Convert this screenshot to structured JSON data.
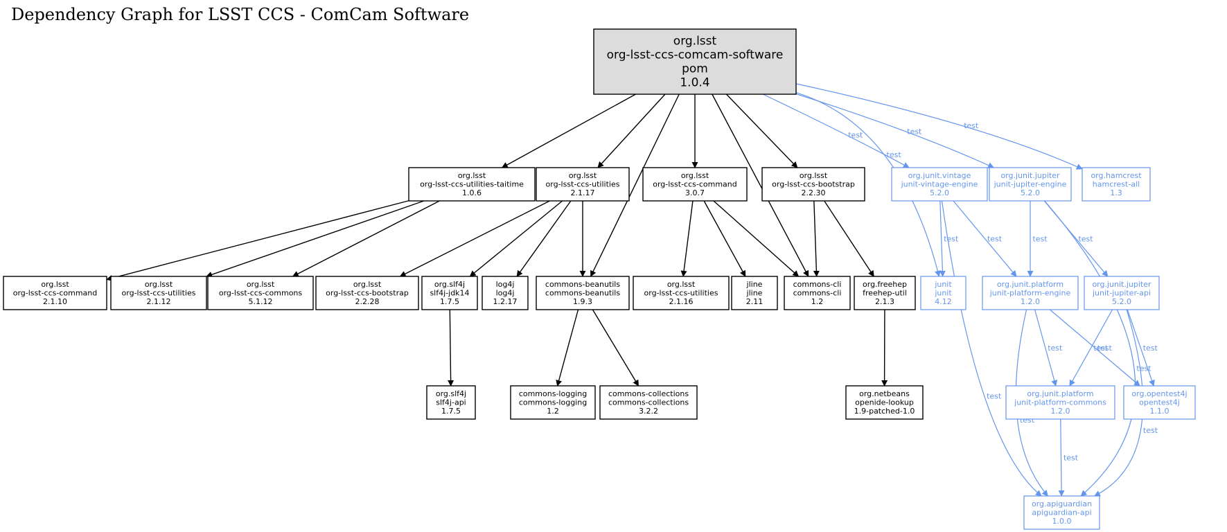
{
  "title": "Dependency Graph for LSST CCS - ComCam Software",
  "colors": {
    "default": "#000000",
    "test": "#6495ED",
    "root_fill": "#DCDCDC"
  },
  "nodes": [
    {
      "id": "root",
      "lines": [
        "org.lsst",
        "org-lsst-ccs-comcam-software",
        "pom",
        "1.0.4"
      ],
      "scope": "root"
    },
    {
      "id": "taitime",
      "lines": [
        "org.lsst",
        "org-lsst-ccs-utilities-taitime",
        "1.0.6"
      ],
      "scope": "compile"
    },
    {
      "id": "utilities2117",
      "lines": [
        "org.lsst",
        "org-lsst-ccs-utilities",
        "2.1.17"
      ],
      "scope": "compile"
    },
    {
      "id": "command307",
      "lines": [
        "org.lsst",
        "org-lsst-ccs-command",
        "3.0.7"
      ],
      "scope": "compile"
    },
    {
      "id": "bootstrap2230",
      "lines": [
        "org.lsst",
        "org-lsst-ccs-bootstrap",
        "2.2.30"
      ],
      "scope": "compile"
    },
    {
      "id": "vintage",
      "lines": [
        "org.junit.vintage",
        "junit-vintage-engine",
        "5.2.0"
      ],
      "scope": "test"
    },
    {
      "id": "jupiterengine",
      "lines": [
        "org.junit.jupiter",
        "junit-jupiter-engine",
        "5.2.0"
      ],
      "scope": "test"
    },
    {
      "id": "hamcrest",
      "lines": [
        "org.hamcrest",
        "hamcrest-all",
        "1.3"
      ],
      "scope": "test"
    },
    {
      "id": "command2110",
      "lines": [
        "org.lsst",
        "org-lsst-ccs-command",
        "2.1.10"
      ],
      "scope": "compile"
    },
    {
      "id": "utilities2112",
      "lines": [
        "org.lsst",
        "org-lsst-ccs-utilities",
        "2.1.12"
      ],
      "scope": "compile"
    },
    {
      "id": "commons5112",
      "lines": [
        "org.lsst",
        "org-lsst-ccs-commons",
        "5.1.12"
      ],
      "scope": "compile"
    },
    {
      "id": "bootstrap2228",
      "lines": [
        "org.lsst",
        "org-lsst-ccs-bootstrap",
        "2.2.28"
      ],
      "scope": "compile"
    },
    {
      "id": "slf4jjdk14",
      "lines": [
        "org.slf4j",
        "slf4j-jdk14",
        "1.7.5"
      ],
      "scope": "compile"
    },
    {
      "id": "log4j",
      "lines": [
        "log4j",
        "log4j",
        "1.2.17"
      ],
      "scope": "compile"
    },
    {
      "id": "beanutils",
      "lines": [
        "commons-beanutils",
        "commons-beanutils",
        "1.9.3"
      ],
      "scope": "compile"
    },
    {
      "id": "utilities2116",
      "lines": [
        "org.lsst",
        "org-lsst-ccs-utilities",
        "2.1.16"
      ],
      "scope": "compile"
    },
    {
      "id": "jline",
      "lines": [
        "jline",
        "jline",
        "2.11"
      ],
      "scope": "compile"
    },
    {
      "id": "commonscli",
      "lines": [
        "commons-cli",
        "commons-cli",
        "1.2"
      ],
      "scope": "compile"
    },
    {
      "id": "freehep",
      "lines": [
        "org.freehep",
        "freehep-util",
        "2.1.3"
      ],
      "scope": "compile"
    },
    {
      "id": "junit",
      "lines": [
        "junit",
        "junit",
        "4.12"
      ],
      "scope": "test"
    },
    {
      "id": "platformengine",
      "lines": [
        "org.junit.platform",
        "junit-platform-engine",
        "1.2.0"
      ],
      "scope": "test"
    },
    {
      "id": "jupiterapi",
      "lines": [
        "org.junit.jupiter",
        "junit-jupiter-api",
        "5.2.0"
      ],
      "scope": "test"
    },
    {
      "id": "slf4japi",
      "lines": [
        "org.slf4j",
        "slf4j-api",
        "1.7.5"
      ],
      "scope": "compile"
    },
    {
      "id": "logging",
      "lines": [
        "commons-logging",
        "commons-logging",
        "1.2"
      ],
      "scope": "compile"
    },
    {
      "id": "collections",
      "lines": [
        "commons-collections",
        "commons-collections",
        "3.2.2"
      ],
      "scope": "compile"
    },
    {
      "id": "openide",
      "lines": [
        "org.netbeans",
        "openide-lookup",
        "1.9-patched-1.0"
      ],
      "scope": "compile"
    },
    {
      "id": "platformcommons",
      "lines": [
        "org.junit.platform",
        "junit-platform-commons",
        "1.2.0"
      ],
      "scope": "test"
    },
    {
      "id": "opentest4j",
      "lines": [
        "org.opentest4j",
        "opentest4j",
        "1.1.0"
      ],
      "scope": "test"
    },
    {
      "id": "apiguardian",
      "lines": [
        "org.apiguardian",
        "apiguardian-api",
        "1.0.0"
      ],
      "scope": "test"
    }
  ],
  "edges": [
    {
      "from": "root",
      "to": "taitime"
    },
    {
      "from": "root",
      "to": "utilities2117"
    },
    {
      "from": "root",
      "to": "beanutils"
    },
    {
      "from": "root",
      "to": "command307"
    },
    {
      "from": "root",
      "to": "commonscli"
    },
    {
      "from": "root",
      "to": "bootstrap2230"
    },
    {
      "from": "root",
      "to": "junit",
      "label": "test"
    },
    {
      "from": "root",
      "to": "vintage",
      "label": "test"
    },
    {
      "from": "root",
      "to": "jupiterengine",
      "label": "test"
    },
    {
      "from": "root",
      "to": "hamcrest",
      "label": "test"
    },
    {
      "from": "taitime",
      "to": "command2110"
    },
    {
      "from": "taitime",
      "to": "utilities2112"
    },
    {
      "from": "taitime",
      "to": "commons5112"
    },
    {
      "from": "utilities2117",
      "to": "bootstrap2228"
    },
    {
      "from": "utilities2117",
      "to": "slf4jjdk14"
    },
    {
      "from": "utilities2117",
      "to": "log4j"
    },
    {
      "from": "utilities2117",
      "to": "beanutils"
    },
    {
      "from": "command307",
      "to": "utilities2116"
    },
    {
      "from": "command307",
      "to": "jline"
    },
    {
      "from": "command307",
      "to": "commonscli"
    },
    {
      "from": "bootstrap2230",
      "to": "commonscli"
    },
    {
      "from": "bootstrap2230",
      "to": "freehep"
    },
    {
      "from": "vintage",
      "to": "junit",
      "label": "test"
    },
    {
      "from": "vintage",
      "to": "platformengine",
      "label": "test"
    },
    {
      "from": "vintage",
      "to": "apiguardian",
      "label": "test"
    },
    {
      "from": "jupiterengine",
      "to": "platformengine",
      "label": "test"
    },
    {
      "from": "jupiterengine",
      "to": "jupiterapi",
      "label": "test"
    },
    {
      "from": "jupiterengine",
      "to": "apiguardian",
      "label": "test"
    },
    {
      "from": "slf4jjdk14",
      "to": "slf4japi"
    },
    {
      "from": "beanutils",
      "to": "logging"
    },
    {
      "from": "beanutils",
      "to": "collections"
    },
    {
      "from": "freehep",
      "to": "openide"
    },
    {
      "from": "platformengine",
      "to": "platformcommons",
      "label": "test"
    },
    {
      "from": "platformengine",
      "to": "opentest4j",
      "label": "test"
    },
    {
      "from": "platformengine",
      "to": "apiguardian",
      "label": "test"
    },
    {
      "from": "jupiterapi",
      "to": "platformcommons",
      "label": "test"
    },
    {
      "from": "jupiterapi",
      "to": "opentest4j",
      "label": "test"
    },
    {
      "from": "jupiterapi",
      "to": "apiguardian",
      "label": "test"
    },
    {
      "from": "platformcommons",
      "to": "apiguardian",
      "label": "test"
    }
  ]
}
